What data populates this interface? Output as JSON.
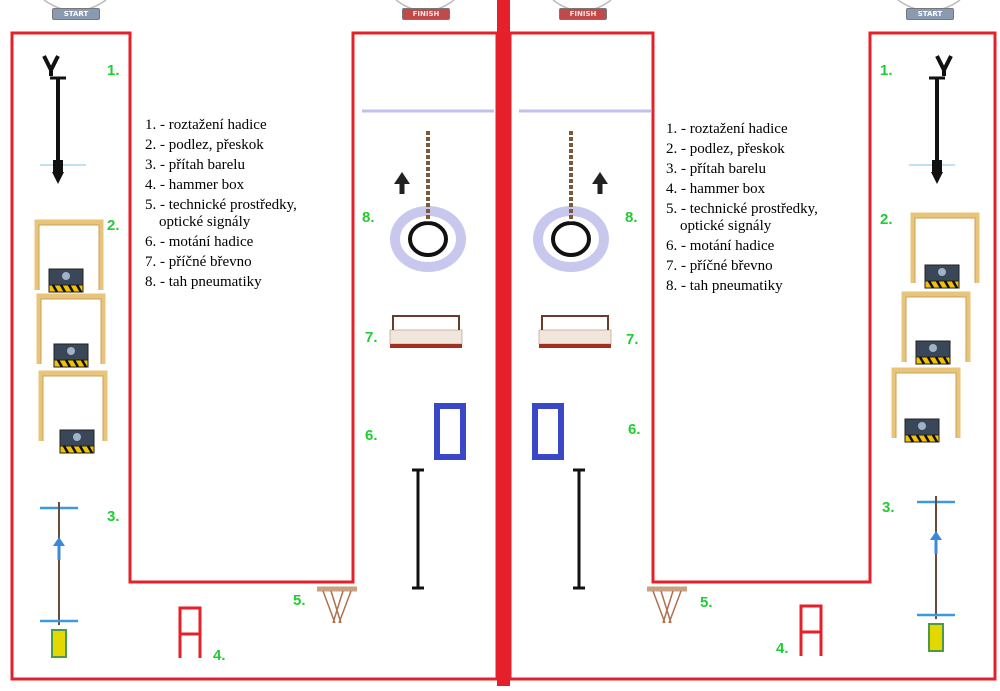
{
  "signs": {
    "start": "START",
    "finish": "FINISH"
  },
  "legend": [
    "1. - roztažení hadice",
    "2. - podlez, přeskok",
    "3. - přítah barelu",
    "4. - hammer box",
    "5. - technické prostředky,",
    "optické signály",
    "6. - motání hadice",
    "7. - příčné břevno",
    "8. - tah pneumatiky"
  ],
  "markers": [
    "1.",
    "2.",
    "3.",
    "4.",
    "5.",
    "6.",
    "7.",
    "8."
  ],
  "colors": {
    "track_border": "#e5202a",
    "marker_green": "#22cc33",
    "hose_blue": "#3a48c8",
    "ring_lavender": "#c8c8ee",
    "hurdle_tan": "#e8c57a",
    "arrow_blue": "#3a8ad8"
  },
  "icons": [
    "hose-nozzle-icon",
    "hurdle-icon",
    "hammer-box-icon",
    "barrel-icon",
    "table-icon",
    "tire-icon",
    "beam-icon",
    "up-arrow-icon"
  ]
}
